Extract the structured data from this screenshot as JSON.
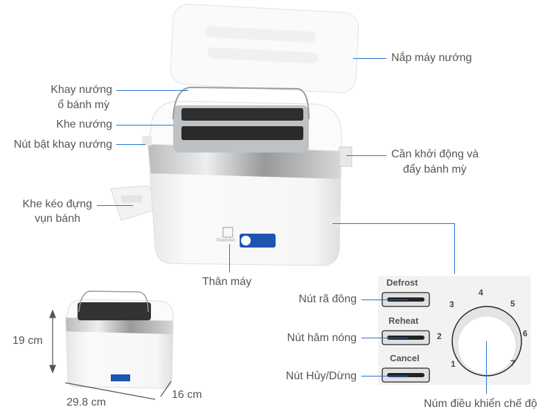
{
  "labels": {
    "lid": "Nắp máy nướng",
    "tray_line1": "Khay nướng",
    "tray_line2": "ổ bánh mỳ",
    "slot": "Khe nướng",
    "tray_button": "Nút bật khay nướng",
    "lever_line1": "Cần khởi động và",
    "lever_line2": "đẩy bánh mỳ",
    "crumb_line1": "Khe kéo đựng",
    "crumb_line2": "vụn bánh",
    "body": "Thân máy",
    "defrost_btn": "Nút rã đông",
    "reheat_btn": "Nút hâm nóng",
    "cancel_btn": "Nút Hủy/Dừng",
    "dial": "Núm điều khiển chế độ"
  },
  "panel": {
    "defrost": "Defrost",
    "reheat": "Reheat",
    "cancel": "Cancel",
    "dial_numbers": [
      "1",
      "2",
      "3",
      "4",
      "5",
      "6",
      "7"
    ]
  },
  "dimensions": {
    "height": "19 cm",
    "width": "29.8 cm",
    "depth": "16 cm"
  },
  "brand": "Electrolux",
  "colors": {
    "callout_line": "#1d6fd0",
    "label_text": "#555555"
  }
}
